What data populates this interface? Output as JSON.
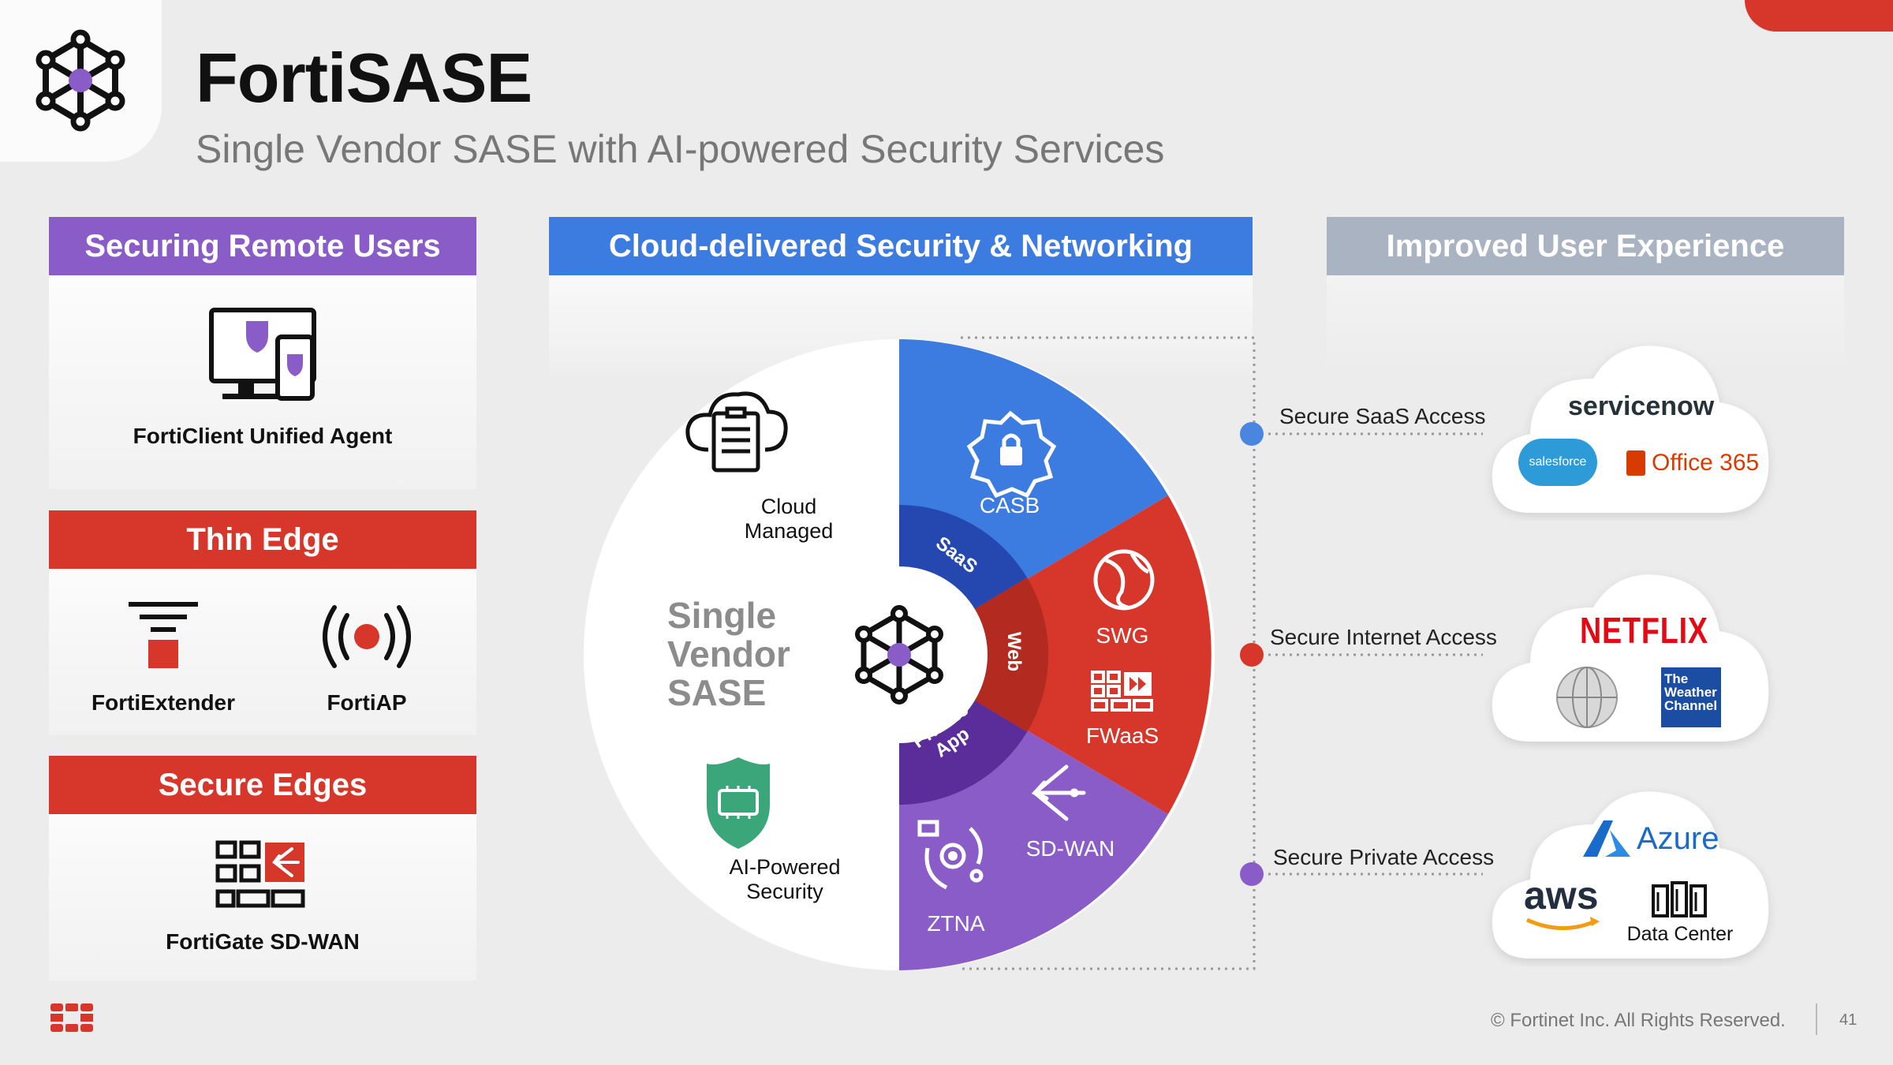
{
  "header": {
    "title": "FortiSASE",
    "subtitle": "Single Vendor SASE with AI-powered Security Services"
  },
  "left_panel": {
    "remote_users": {
      "title": "Securing Remote Users",
      "item": "FortiClient Unified Agent"
    },
    "thin_edge": {
      "title": "Thin Edge",
      "items": [
        "FortiExtender",
        "FortiAP"
      ]
    },
    "secure_edges": {
      "title": "Secure Edges",
      "item": "FortiGate SD-WAN"
    }
  },
  "center_panel": {
    "title": "Cloud-delivered Security & Networking",
    "hub_text": [
      "Single",
      "Vendor",
      "SASE"
    ],
    "cloud_managed": [
      "Cloud",
      "Managed"
    ],
    "ai_security": [
      "AI-Powered",
      "Security"
    ],
    "inner_labels": {
      "saas": "SaaS",
      "web": "Web",
      "private_app": [
        "Private",
        "App"
      ]
    },
    "segments": {
      "casb": "CASB",
      "swg": "SWG",
      "fwaas": "FWaaS",
      "sdwan": "SD-WAN",
      "ztna": "ZTNA"
    }
  },
  "right_panel": {
    "title": "Improved User Experience",
    "access": [
      "Secure SaaS Access",
      "Secure Internet Access",
      "Secure Private Access"
    ],
    "brands": {
      "servicenow": "servicenow",
      "salesforce": "salesforce",
      "office365": "Office 365",
      "netflix": "NETFLIX",
      "weather": [
        "The",
        "Weather",
        "Channel"
      ],
      "azure": "Azure",
      "aws": "aws",
      "datacenter": "Data Center"
    }
  },
  "footer": {
    "copyright": "© Fortinet Inc. All Rights Reserved.",
    "page": "41"
  },
  "colors": {
    "purple": "#8a5cc8",
    "red": "#d6372a",
    "blue": "#3c7be0",
    "grey": "#a9b3c2",
    "dark_red": "#b22a20",
    "dark_blue": "#2548b0",
    "dark_purple": "#5a2d9a"
  }
}
